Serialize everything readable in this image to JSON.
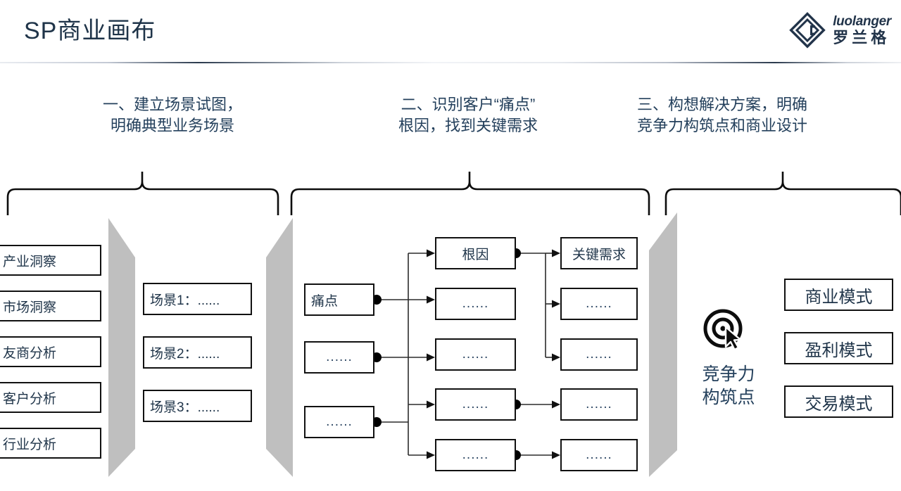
{
  "header": {
    "title": "SP商业画布",
    "logo": {
      "en": "luolanger",
      "cn": "罗兰格",
      "mark": "diamond-g-logo"
    }
  },
  "sections": [
    {
      "id": "section-1",
      "line1": "一、建立场景试图，",
      "line2": "明确典型业务场景"
    },
    {
      "id": "section-2",
      "line1": "二、识别客户“痛点”",
      "line2": "根因，找到关键需求"
    },
    {
      "id": "section-3",
      "line1": "三、构想解决方案，明确",
      "line2": "竞争力构筑点和商业设计"
    }
  ],
  "insight_column": {
    "items": [
      {
        "label": "产业洞察"
      },
      {
        "label": "市场洞察"
      },
      {
        "label": "友商分析"
      },
      {
        "label": "客户分析"
      },
      {
        "label": "行业分析"
      }
    ]
  },
  "scene_column": {
    "items": [
      {
        "label": "场景1：......"
      },
      {
        "label": "场景2：......"
      },
      {
        "label": "场景3：......"
      }
    ]
  },
  "pain_tree": {
    "pain_points": [
      {
        "label": "痛点"
      },
      {
        "label": "......"
      },
      {
        "label": "......"
      }
    ],
    "root_causes": [
      {
        "label": "根因"
      },
      {
        "label": "......"
      },
      {
        "label": "......"
      },
      {
        "label": "......"
      },
      {
        "label": "......"
      }
    ],
    "key_needs": [
      {
        "label": "关键需求"
      },
      {
        "label": "......"
      },
      {
        "label": "......"
      },
      {
        "label": "......"
      },
      {
        "label": "......"
      }
    ]
  },
  "competitiveness": {
    "icon": "target-cursor-icon",
    "line1": "竞争力",
    "line2": "构筑点"
  },
  "model_column": {
    "items": [
      {
        "label": "商业模式"
      },
      {
        "label": "盈利模式"
      },
      {
        "label": "交易模式"
      }
    ]
  },
  "colors": {
    "text_navy": "#1f3449",
    "caption_navy": "#24405c",
    "box_border": "#111111",
    "chevron_gray": "#bfbfbf",
    "background": "#ffffff"
  }
}
